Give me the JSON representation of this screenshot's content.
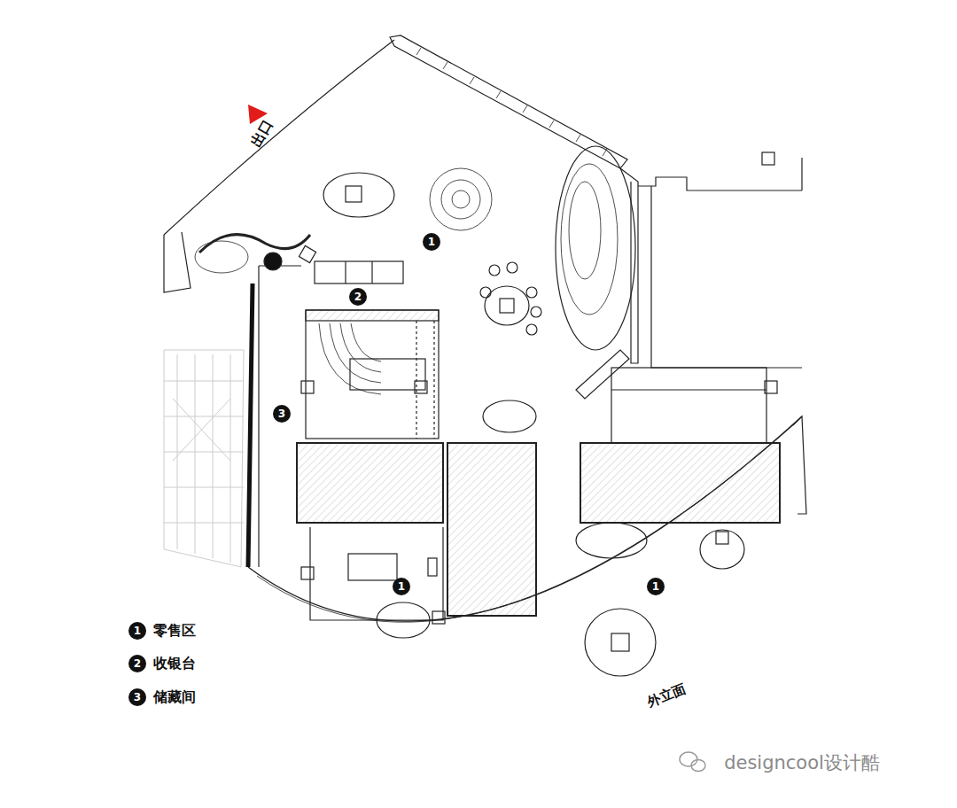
{
  "diagram": {
    "nodes": [
      {
        "text": [
          "1"
        ]
      },
      {
        "text": [
          "2"
        ]
      },
      {
        "text": [
          "3"
        ]
      },
      {
        "text": [
          "1"
        ]
      },
      {
        "text": [
          "1"
        ]
      },
      {
        "text": [
          "1"
        ]
      },
      {
        "text": [
          "2"
        ]
      },
      {
        "text": [
          "3"
        ]
      }
    ],
    "labels": [
      "出口",
      "外立面",
      "designcool设计酷"
    ],
    "legend": [
      {
        "text": "零售区"
      },
      {
        "text": "收银台"
      },
      {
        "text": "储藏间"
      }
    ]
  }
}
